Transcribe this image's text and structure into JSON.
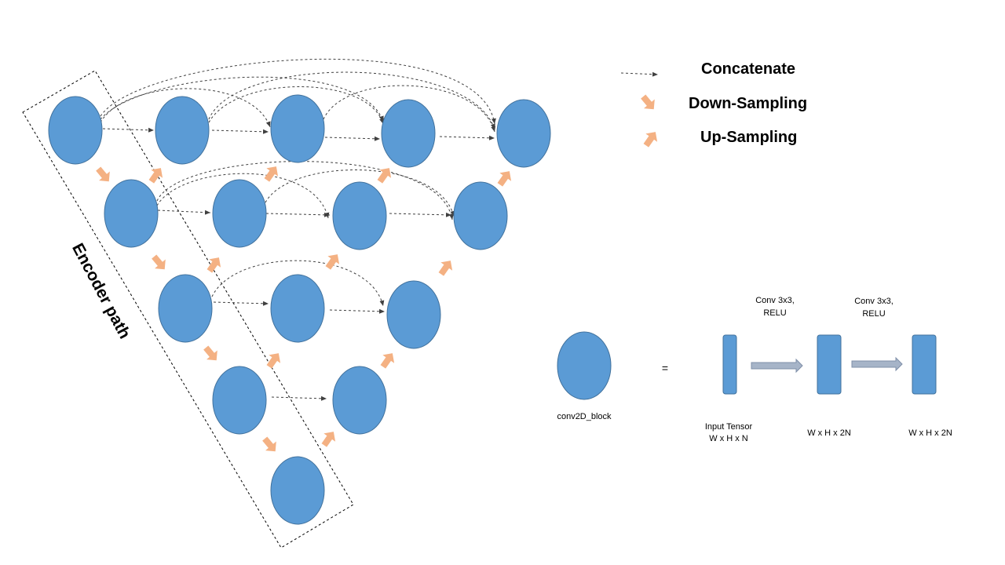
{
  "legend": {
    "concatenate": "Concatenate",
    "down_sampling": "Down-Sampling",
    "up_sampling": "Up-Sampling"
  },
  "encoder_label": "Encoder path",
  "block": {
    "name": "conv2D_block",
    "equals": "=",
    "conv1_line1": "Conv 3x3,",
    "conv1_line2": "RELU",
    "conv2_line1": "Conv 3x3,",
    "conv2_line2": "RELU",
    "input_line1": "Input Tensor",
    "input_line2": "W x H x N",
    "out1": "W x H x 2N",
    "out2": "W x H x 2N"
  },
  "colors": {
    "node": "#5b9bd5",
    "node_stroke": "#41719c",
    "sampling_arrow": "#f4b183",
    "concat_line": "#404040"
  }
}
